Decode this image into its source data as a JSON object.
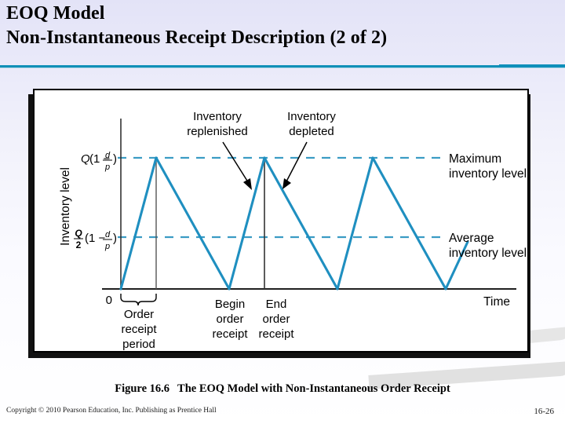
{
  "slide": {
    "title_line_1": "EOQ Model",
    "title_line_2": "Non-Instantaneous Receipt Description (2 of 2)",
    "accent_color": "#1190b8",
    "background_color": "#eaeaf8"
  },
  "figure": {
    "caption_number": "Figure 16.6",
    "caption_text": "The EOQ Model with Non-Instantaneous Order Receipt"
  },
  "footer": {
    "copyright": "Copyright © 2010 Pearson Education, Inc. Publishing as Prentice Hall",
    "page_number": "16-26"
  },
  "chart_data": {
    "type": "line",
    "title": "The EOQ Model with Non-Instantaneous Order Receipt",
    "xlabel": "Time",
    "ylabel": "Inventory level",
    "series": [
      {
        "name": "Inventory level",
        "color": "#1f8fc0",
        "points": [
          {
            "x": 0.0,
            "y": 0.0
          },
          {
            "x": 0.9,
            "y": 1.0
          },
          {
            "x": 2.95,
            "y": 0.0
          },
          {
            "x": 3.75,
            "y": 1.0
          },
          {
            "x": 5.75,
            "y": 0.0
          },
          {
            "x": 6.55,
            "y": 1.0
          },
          {
            "x": 8.55,
            "y": 0.0
          },
          {
            "x": 9.0,
            "y": 0.55
          }
        ]
      }
    ],
    "reference_lines": [
      {
        "name": "maximum-inventory-level",
        "y": 1.0,
        "style": "dashed",
        "color": "#3b9cc4",
        "label": "Maximum\ninventory level",
        "axis_label": "Q (1 − d/p)"
      },
      {
        "name": "average-inventory-level",
        "y": 0.5,
        "style": "dashed",
        "color": "#3b9cc4",
        "label": "Average\ninventory level",
        "axis_label": "Q/2 (1 − d/p)"
      }
    ],
    "grid": false,
    "legend": "none",
    "xlim": [
      0,
      9
    ],
    "ylim": [
      0,
      1.18
    ],
    "axis_labels": {
      "y_axis_title": "Inventory level",
      "x_axis_title": "Time",
      "origin_tick": "0",
      "y_tick_max_Q": "Q",
      "y_tick_max_expr": "(1 −",
      "y_tick_num_d": "d",
      "y_tick_den_p": "p",
      "y_tick_close": ")",
      "y_tick_avg_Q": "Q",
      "y_tick_avg_2": "2"
    },
    "annotations": [
      {
        "name": "inventory-replenished",
        "line_1": "Inventory",
        "line_2": "replenished",
        "arrow": true
      },
      {
        "name": "inventory-depleted",
        "line_1": "Inventory",
        "line_2": "depleted",
        "arrow": true
      },
      {
        "name": "order-receipt-period",
        "line_1": "Order",
        "line_2": "receipt",
        "line_3": "period",
        "brace": true
      },
      {
        "name": "begin-order-receipt",
        "line_1": "Begin",
        "line_2": "order",
        "line_3": "receipt"
      },
      {
        "name": "end-order-receipt",
        "line_1": "End",
        "line_2": "order",
        "line_3": "receipt"
      }
    ]
  }
}
